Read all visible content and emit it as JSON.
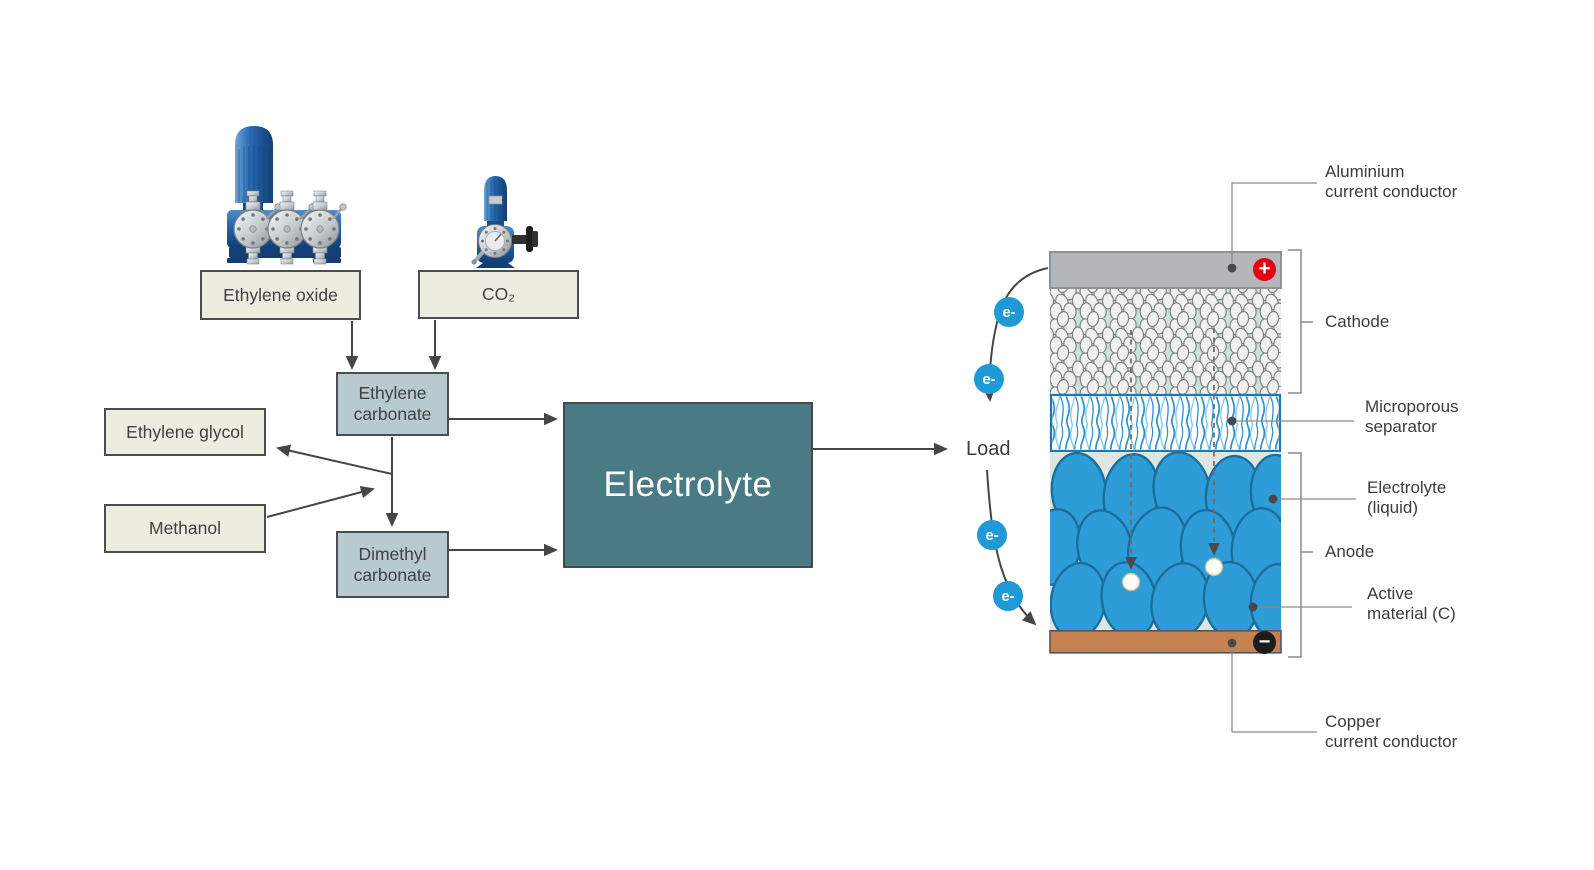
{
  "flow": {
    "boxes": {
      "ethylene_oxide": "Ethylene oxide",
      "co2": "CO₂",
      "ethylene_carbonate": "Ethylene carbonate",
      "ethylene_glycol": "Ethylene glycol",
      "methanol": "Methanol",
      "dimethyl_carbonate": "Dimethyl carbonate",
      "electrolyte": "Electrolyte"
    },
    "load_label": "Load",
    "electron_label": "e-",
    "icons": {
      "pump_large": "triplex-metering-pump",
      "pump_small": "metering-pump"
    }
  },
  "battery": {
    "positive_symbol": "+",
    "negative_symbol": "−",
    "labels": {
      "aluminium": "Aluminium\ncurrent conductor",
      "cathode": "Cathode",
      "separator": "Microporous\nseparator",
      "electrolyte_liquid": "Electrolyte\n(liquid)",
      "anode": "Anode",
      "active_material": "Active\nmaterial (C)",
      "copper": "Copper\ncurrent conductor"
    }
  },
  "colors": {
    "box_cream": "#edece1",
    "box_bluegray": "#b7cad0",
    "box_teal": "#4a7b85",
    "electron_blue": "#1f9ad6",
    "separator_blue": "#1f78ad",
    "anode_particle_blue": "#2e9cd6",
    "cathode_bg": "#cfe0dd",
    "aluminium_gray": "#b3b7b9",
    "copper_brown": "#c5814f",
    "positive_red": "#e3000f",
    "negative_black": "#1d1d1b",
    "line_dark": "#464646",
    "text": "#3c3c3e"
  }
}
